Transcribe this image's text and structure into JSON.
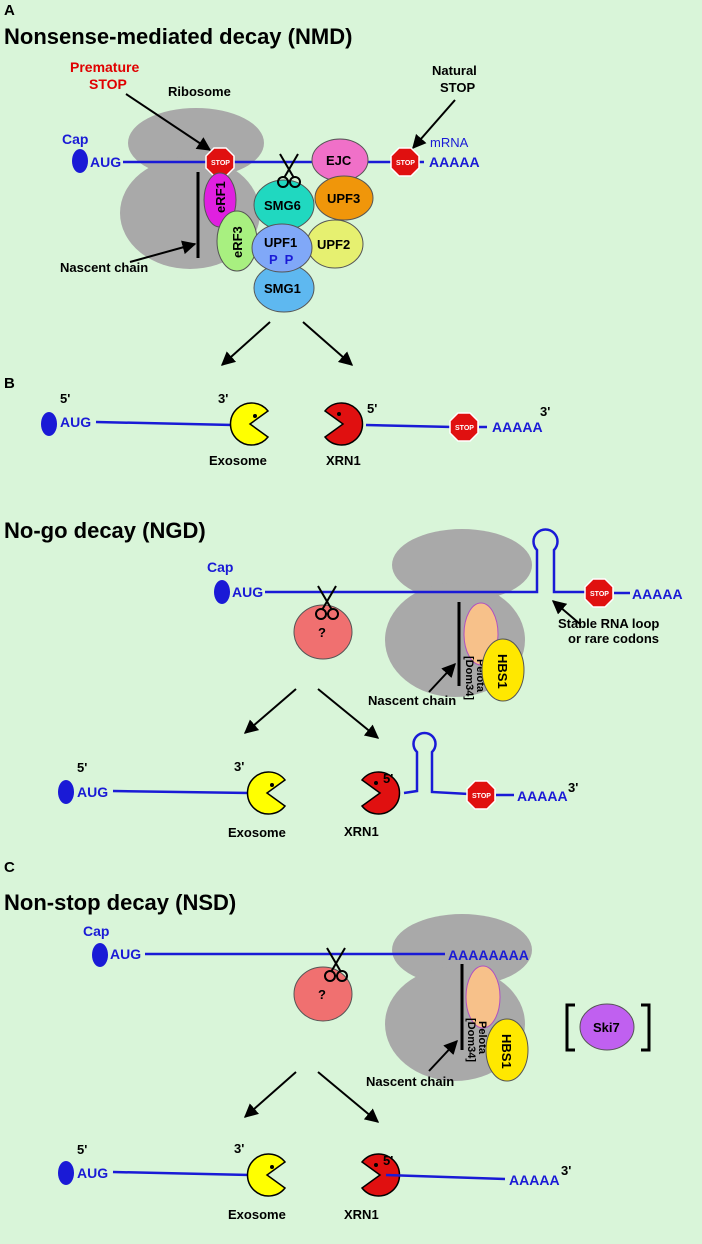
{
  "panels": {
    "a": {
      "letter": "A",
      "title": "Nonsense-mediated decay (NMD)",
      "premature_stop": [
        "Premature",
        "STOP"
      ],
      "natural_stop": [
        "Natural",
        "STOP"
      ],
      "ribosome": "Ribosome",
      "cap": "Cap",
      "aug": "AUG",
      "mrna": "mRNA",
      "polya": "AAAAA",
      "stop": "STOP",
      "nascent": "Nascent chain",
      "proteins": {
        "erf1": "eRF1",
        "erf3": "eRF3",
        "smg6": "SMG6",
        "ejc": "EJC",
        "upf3": "UPF3",
        "upf1": "UPF1",
        "upf2": "UPF2",
        "smg1": "SMG1",
        "p": "P  P"
      }
    },
    "b": {
      "letter": "B",
      "five": "5'",
      "three": "3'",
      "aug": "AUG",
      "exosome": "Exosome",
      "xrn1": "XRN1",
      "polya": "AAAAA",
      "stop": "STOP"
    },
    "ngd": {
      "title": "No-go decay (NGD)",
      "cap": "Cap",
      "aug": "AUG",
      "polya": "AAAAA",
      "stop": "STOP",
      "question": "?",
      "pelota": "Pelota",
      "dom34": "[Dom34]",
      "hbs1": "HBS1",
      "nascent": "Nascent chain",
      "loop_label": [
        "Stable RNA loop",
        "or rare codons"
      ],
      "five": "5'",
      "three": "3'",
      "exosome": "Exosome",
      "xrn1": "XRN1"
    },
    "c": {
      "letter": "C",
      "title": "Non-stop decay (NSD)",
      "cap": "Cap",
      "aug": "AUG",
      "polya_long": "AAAAAAAA",
      "polya": "AAAAA",
      "question": "?",
      "pelota": "Pelota",
      "dom34": "[Dom34]",
      "hbs1": "HBS1",
      "ski7": "Ski7",
      "nascent": "Nascent chain",
      "five": "5'",
      "three": "3'",
      "exosome": "Exosome",
      "xrn1": "XRN1"
    }
  },
  "colors": {
    "background": "#d9f5d9",
    "mrna": "#1a1ad6",
    "ribosome": "#a9a9a9",
    "stop_sign": "#e01010",
    "exosome": "#ffff00",
    "xrn1": "#e01010",
    "erf1": "#e020e0",
    "erf3": "#a8f080",
    "smg6": "#20d8c0",
    "ejc": "#f070c8",
    "upf3": "#f0960a",
    "upf1": "#80a8f8",
    "upf2": "#e6f070",
    "smg1": "#5eb8f0",
    "endonuclease": "#f07070",
    "pelota": "#f7c18a",
    "hbs1": "#ffe800",
    "ski7": "#c060f0"
  }
}
